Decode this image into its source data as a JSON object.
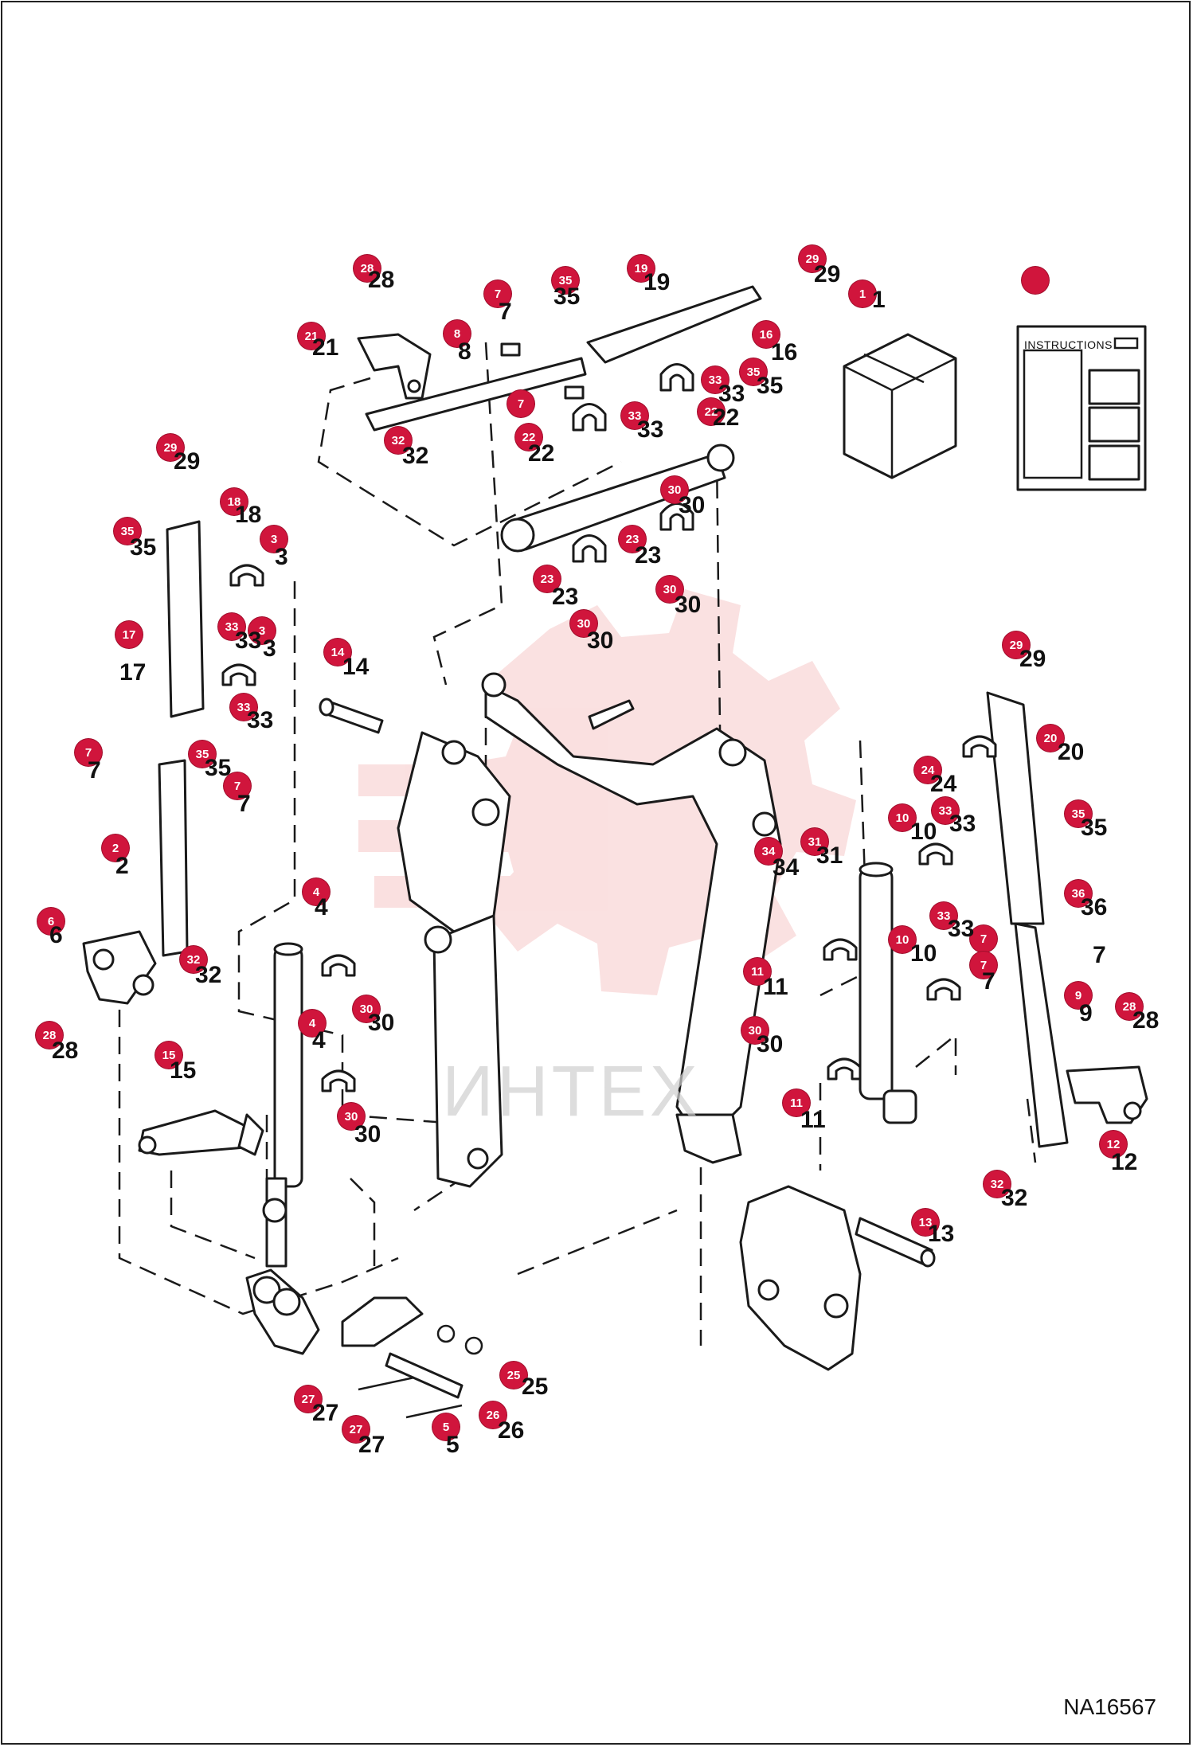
{
  "diagram_code": "NA16567",
  "watermark_text": "ИНТЕХ",
  "instructions_sheet": {
    "title": "INSTRUCTIONS"
  },
  "colors": {
    "badge": "#d0153c",
    "watermark": "#f1a8a8",
    "line": "#1a1a1a"
  },
  "callouts": [
    {
      "n": "1"
    },
    {
      "n": "2"
    },
    {
      "n": "3"
    },
    {
      "n": "3"
    },
    {
      "n": "4"
    },
    {
      "n": "4"
    },
    {
      "n": "5"
    },
    {
      "n": "6"
    },
    {
      "n": "7"
    },
    {
      "n": "7"
    },
    {
      "n": "7"
    },
    {
      "n": "7"
    },
    {
      "n": "7"
    },
    {
      "n": "7"
    },
    {
      "n": "8"
    },
    {
      "n": "9"
    },
    {
      "n": "10"
    },
    {
      "n": "10"
    },
    {
      "n": "11"
    },
    {
      "n": "11"
    },
    {
      "n": "12"
    },
    {
      "n": "13"
    },
    {
      "n": "14"
    },
    {
      "n": "15"
    },
    {
      "n": "16"
    },
    {
      "n": "17"
    },
    {
      "n": "18"
    },
    {
      "n": "19"
    },
    {
      "n": "20"
    },
    {
      "n": "21"
    },
    {
      "n": "22"
    },
    {
      "n": "22"
    },
    {
      "n": "23"
    },
    {
      "n": "23"
    },
    {
      "n": "24"
    },
    {
      "n": "25"
    },
    {
      "n": "26"
    },
    {
      "n": "27"
    },
    {
      "n": "27"
    },
    {
      "n": "28"
    },
    {
      "n": "28"
    },
    {
      "n": "28"
    },
    {
      "n": "29"
    },
    {
      "n": "29"
    },
    {
      "n": "29"
    },
    {
      "n": "30"
    },
    {
      "n": "30"
    },
    {
      "n": "30"
    },
    {
      "n": "30"
    },
    {
      "n": "30"
    },
    {
      "n": "30"
    },
    {
      "n": "31"
    },
    {
      "n": "32"
    },
    {
      "n": "32"
    },
    {
      "n": "32"
    },
    {
      "n": "33"
    },
    {
      "n": "33"
    },
    {
      "n": "33"
    },
    {
      "n": "33"
    },
    {
      "n": "33"
    },
    {
      "n": "33"
    },
    {
      "n": "34"
    },
    {
      "n": "35"
    },
    {
      "n": "35"
    },
    {
      "n": "35"
    },
    {
      "n": "35"
    },
    {
      "n": "35"
    },
    {
      "n": "36"
    }
  ]
}
